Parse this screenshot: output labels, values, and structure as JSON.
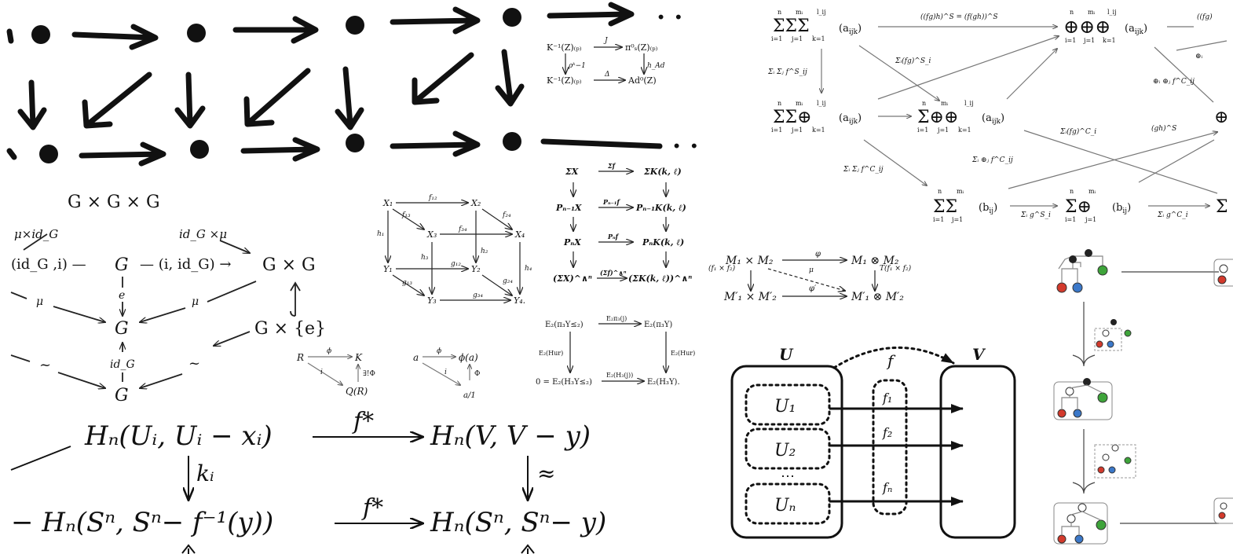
{
  "panel_a_hand_grid": {
    "ellipsis_top": ". .",
    "ellipsis_bottom": ". ."
  },
  "panel_b_square": {
    "top_left": "K⁻¹(Z)₍ₚ₎",
    "top_right": "π⁰ₛ(Z)₍ₚ₎",
    "bottom_left": "K⁻¹(Z)₍ₚ₎",
    "bottom_right": "Ad⁰(Z)",
    "top_arrow": "J",
    "left_arrow": "ρᵏ−1",
    "right_arrow": "h_Ad",
    "bottom_arrow": "Δ"
  },
  "panel_c_sums": {
    "tl": "ΣΣΣ(a_ijk)",
    "tr": "⊕⊕⊕(a_ijk)",
    "top_arrow": "((fg)h)^S = (f(gh))^S",
    "top_right_cut": "((fg)",
    "ml": "ΣΣ⊕(a_ijk)",
    "mm": "Σ⊕⊕(a_ijk)",
    "mr_cut": "⊕",
    "left_arrow": "Σᵢ Σⱼ f^S_ij",
    "diag1": "Σᵢ(fg)^S_i",
    "diag2": "⊕ᵢ ⊕ⱼ f^C_ij",
    "diag3": "⊕ᵢ",
    "diag4": "Σᵢ(fg)^C_i",
    "diag5": "(gh)^S",
    "diag6": "Σᵢ ⊕ⱼ f^C_ij",
    "diag7": "Σᵢ Σⱼ f^C_ij",
    "bl": "ΣΣ(b_ij)",
    "bm": "Σ⊕(b_ij)",
    "bottom_arrow1": "Σᵢ g^S_i",
    "bottom_arrow2": "Σᵢ g^C_i",
    "br_cut": "Σ",
    "idx_n": "n",
    "idx_i1": "i=1",
    "idx_mi": "mᵢ",
    "idx_j1": "j=1",
    "idx_lij": "l_ij",
    "idx_k1": "k=1"
  },
  "panel_d_group": {
    "top": "G × G × G",
    "mu_idG": "μ×id_G",
    "idG_mu": "id_G ×μ",
    "row_left": "(id_G ,i) —",
    "dash": "—",
    "G_mid": "G",
    "row_right": "— (i, id_G) →",
    "GxG": "G × G",
    "e": "e",
    "mu_left": "μ",
    "mu_right": "μ",
    "G_center": "G",
    "Gxe": "G × {e}",
    "idG": "id_G",
    "tilde_left": "~",
    "tilde_right": "~",
    "G_bottom": "G"
  },
  "panel_e_cube": {
    "X1": "X₁",
    "X2": "X₂",
    "X3": "X₃",
    "X4": "X₄",
    "Y1": "Y₁",
    "Y2": "Y₂",
    "Y3": "Y₃",
    "Y4": "Y₄.",
    "f12": "f₁₂",
    "f13": "f₁₃",
    "f24": "f₂₄",
    "f34": "f₃₄",
    "g12": "g₁₂",
    "g13": "g₁₃",
    "g24": "g₂₄",
    "g34": "g₃₄",
    "h1": "h₁",
    "h2": "h₂",
    "h3": "h₃",
    "h4": "h₄"
  },
  "panel_f_tri": {
    "R": "R",
    "K": "K",
    "QR": "Q(R)",
    "phi": "ϕ",
    "i": "i",
    "exists": "∃!Φ",
    "a": "a",
    "phia": "ϕ(a)",
    "frac": "a/1",
    "phi2": "ϕ",
    "i2": "i",
    "Phi": "Φ"
  },
  "panel_g_suspension": {
    "r1l": "ΣX",
    "r1a": "Σf",
    "r1r": "ΣK(k, ℓ)",
    "r2l": "Pₙ₋₁X",
    "r2a": "Pₙ₋₁f",
    "r2r": "Pₙ₋₁K(k, ℓ)",
    "r3l": "PₙX",
    "r3a": "Pₙf",
    "r3r": "PₙK(k, ℓ)",
    "r4l": "(ΣX)^∧ⁿ",
    "r4a": "(Σf)^∧ⁿ",
    "r4r": "(ΣK(k, ℓ))^∧ⁿ"
  },
  "panel_h_e2": {
    "tl": "E₂(π₃Y≤₂)",
    "ta": "E₂π₃(j)",
    "tr": "E₂(π₃Y)",
    "la": "E₂(Hur)",
    "ra": "E₂(Hur)",
    "bl": "0 = E₂(H₃Y≤₂)",
    "ba": "E₂(H₃(j))",
    "br": "E₂(H₃Y)."
  },
  "panel_i_tensor": {
    "tl": "M₁ × M₂",
    "top": "φ",
    "tr": "M₁ ⊗ M₂",
    "left": "(f₁ × f₂)",
    "mu": "μ",
    "right": "T(f₁ × f₂)",
    "bl": "M′₁ × M′₂",
    "bottom": "φ′",
    "br": "M′₁ ⊗ M′₂"
  },
  "panel_j_homology": {
    "tl": "Hₙ(Uᵢ, Uᵢ − xᵢ)",
    "top_arrow": "f*",
    "tr": "Hₙ(V, V − y)",
    "left_arrow": "kᵢ",
    "right_arrow": "≈",
    "bl": "− Hₙ(Sⁿ, Sⁿ− f⁻¹(y))",
    "bottom_arrow": "f*",
    "br": "Hₙ(Sⁿ, Sⁿ− y)"
  },
  "panel_k_sets": {
    "U": "U",
    "f": "f",
    "V": "V",
    "U1": "U₁",
    "U2": "U₂",
    "Un": "Uₙ",
    "dots": "⋯",
    "f1": "f₁",
    "f2": "f₂",
    "fn": "fₙ"
  },
  "colors": {
    "ink": "#111111",
    "node_red": "#d33a2c",
    "node_blue": "#3b78c9",
    "node_green": "#3ea43a",
    "node_black": "#222222",
    "node_white": "#ffffff",
    "panel_gray": "#888888"
  }
}
